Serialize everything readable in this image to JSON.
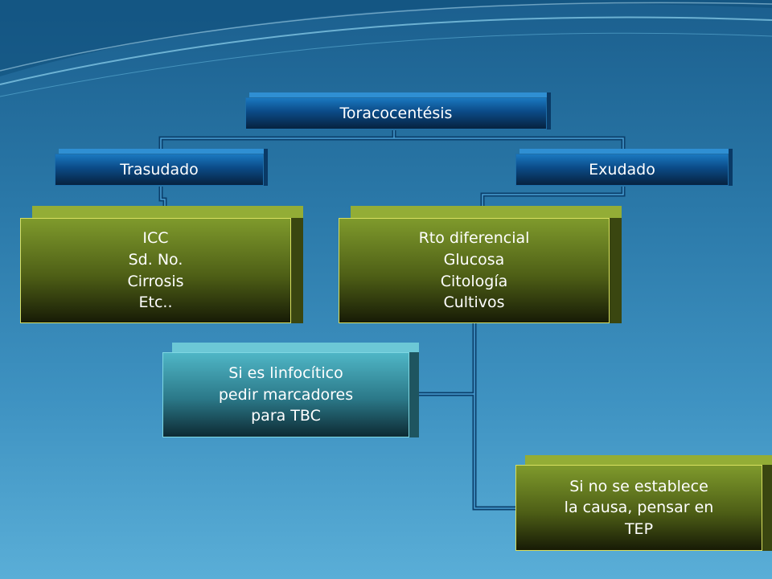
{
  "diagram": {
    "root": {
      "label": "Toracocentésis"
    },
    "trasudado": {
      "label": "Trasudado"
    },
    "exudado": {
      "label": "Exudado"
    },
    "trasudado_causes": {
      "label": "ICC\nSd. No.\nCirrosis\nEtc.."
    },
    "exudado_tests": {
      "label": "Rto diferencial\nGlucosa\nCitología\nCultivos"
    },
    "linfocitico": {
      "label": "Si es linfocítico\npedir marcadores\npara TBC"
    },
    "tep": {
      "label": "Si no se establece\nla causa, pensar en\nTEP"
    }
  },
  "colors": {
    "header": "#0b4a86",
    "olive": "#4e5f16",
    "teal": "#2b7888",
    "connector": "#0b3f6b"
  }
}
